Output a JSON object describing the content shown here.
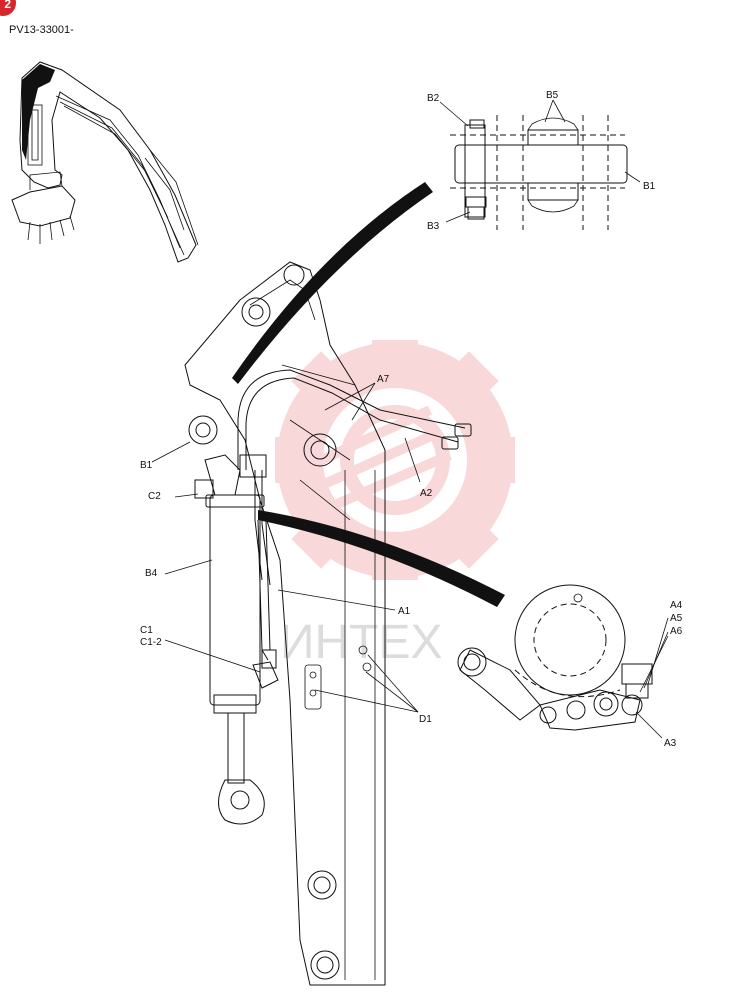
{
  "page_badge": "2",
  "model_code": "PV13-33001-",
  "watermark": "ИНТЕХ",
  "callouts": {
    "b2": "B2",
    "b5": "B5",
    "b1_detail": "B1",
    "b3": "B3",
    "a7": "A7",
    "a2": "A2",
    "b1": "B1",
    "c2": "C2",
    "b4": "B4",
    "a1": "A1",
    "c1": "C1",
    "c1_2": "C1-2",
    "d1": "D1",
    "a4": "A4",
    "a5": "A5",
    "a6": "A6",
    "a3": "A3"
  },
  "colors": {
    "watermark_red": "#f4b9b9",
    "badge": "#d9262c",
    "line": "#111111"
  }
}
